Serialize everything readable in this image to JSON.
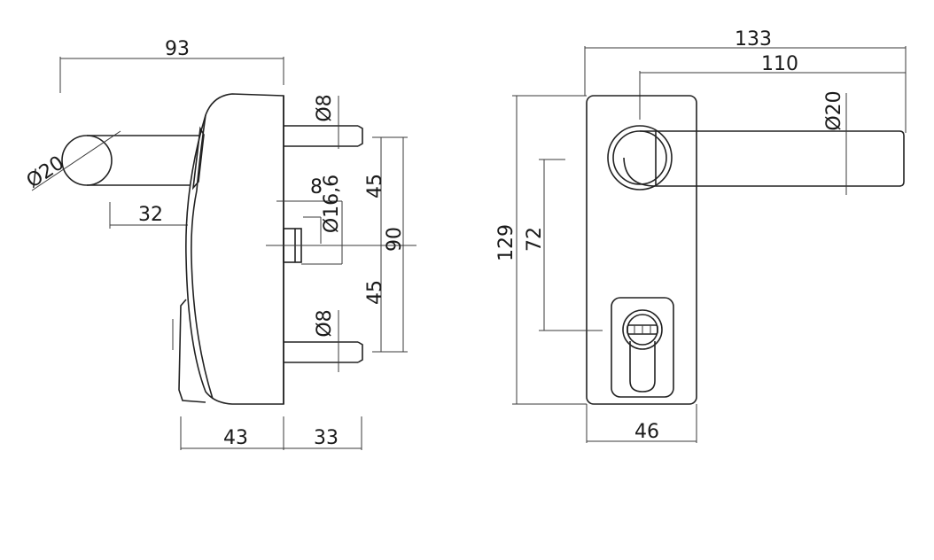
{
  "diagram": {
    "side_view": {
      "dims": {
        "width_total": "93",
        "handle_dia": "Ø20",
        "handle_offset": "32",
        "pin_dia_top": "Ø8",
        "pin_dia_bottom": "Ø8",
        "spindle_sq": "8",
        "spindle_dia": "Ø16,6",
        "half_spacing_top": "45",
        "half_spacing_bottom": "45",
        "pin_spacing": "90",
        "depth_body": "43",
        "pin_length": "33"
      }
    },
    "front_view": {
      "dims": {
        "overall_length": "133",
        "lever_length": "110",
        "lever_dia": "Ø20",
        "plate_height": "129",
        "center_distance": "72",
        "plate_width": "46"
      }
    }
  }
}
